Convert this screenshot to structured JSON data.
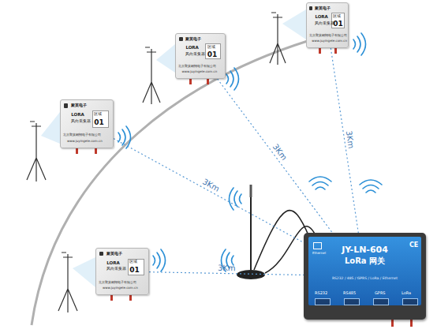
{
  "diagram": {
    "nodes": [
      {
        "text": [
          "聚英电子",
          "LORA",
          "风向采集器",
          "区域",
          "01",
          "北京聚英翱翔电子有限公司",
          "www.juyingele.com.cn"
        ]
      },
      {
        "text": [
          "聚英电子",
          "LORA",
          "风向采集器",
          "区域",
          "01",
          "北京聚英翱翔电子有限公司",
          "www.juyingele.com.cn"
        ]
      },
      {
        "text": [
          "聚英电子",
          "LORA",
          "风向采集器",
          "区域",
          "01",
          "北京聚英翱翔电子有限公司",
          "www.juyingele.com.cn"
        ]
      },
      {
        "text": [
          "聚英电子",
          "LORA",
          "风向采集器",
          "区域",
          "01",
          "北京聚英翱翔电子有限公司",
          "www.juyingele.com.cn"
        ]
      },
      {
        "text": [
          "JY-LN-604",
          "CE",
          "LoRa 网关",
          "Ethernet",
          "RS232 / 485 / GPRS / LoRa / Ethernet",
          "RS232",
          "RS485",
          "GPRS",
          "LoRa"
        ]
      }
    ],
    "edges": [
      {
        "from": 0,
        "to": 4,
        "label": "3Km",
        "arrow": "none"
      },
      {
        "from": 1,
        "to": 4,
        "label": "3Km",
        "arrow": "none"
      },
      {
        "from": 2,
        "to": 4,
        "label": "3Km",
        "arrow": "none"
      },
      {
        "from": 3,
        "to": 4,
        "label": "3Km",
        "arrow": "none"
      }
    ]
  }
}
